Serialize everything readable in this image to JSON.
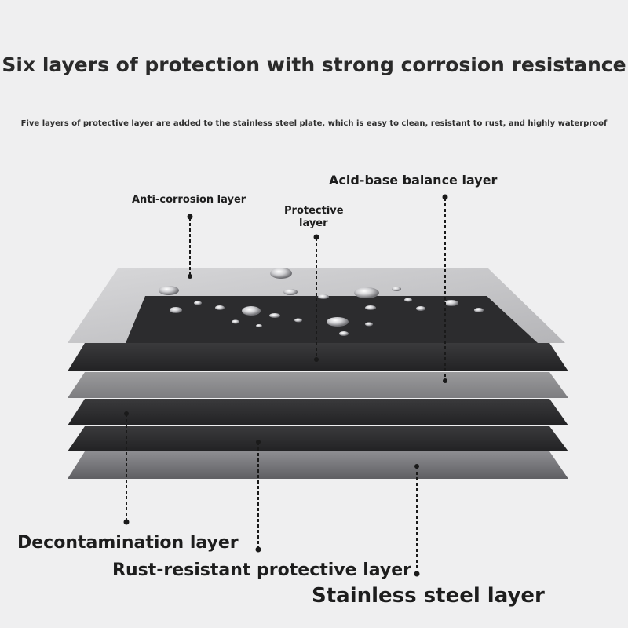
{
  "header": {
    "title": "Six layers of protection with strong corrosion resistance",
    "subtitle": "Five layers of protective layer are added to the stainless steel plate, which is easy to clean, resistant to rust, and highly waterproof"
  },
  "labels": {
    "anti_corrosion": "Anti-corrosion layer",
    "protective_line1": "Protective",
    "protective_line2": "layer",
    "acid_base": "Acid-base balance layer",
    "decontamination": "Decontamination layer",
    "rust_resistant": "Rust-resistant protective layer",
    "stainless_steel": "Stainless steel layer"
  },
  "colors": {
    "background": "#efeff0",
    "glass_layer": "#b9b9bb",
    "dark_layer": "#2b2b2d",
    "gray_layer": "#8a8a8c",
    "steel_layer": "#7c7c80",
    "leader_line": "#1a1a1a"
  }
}
